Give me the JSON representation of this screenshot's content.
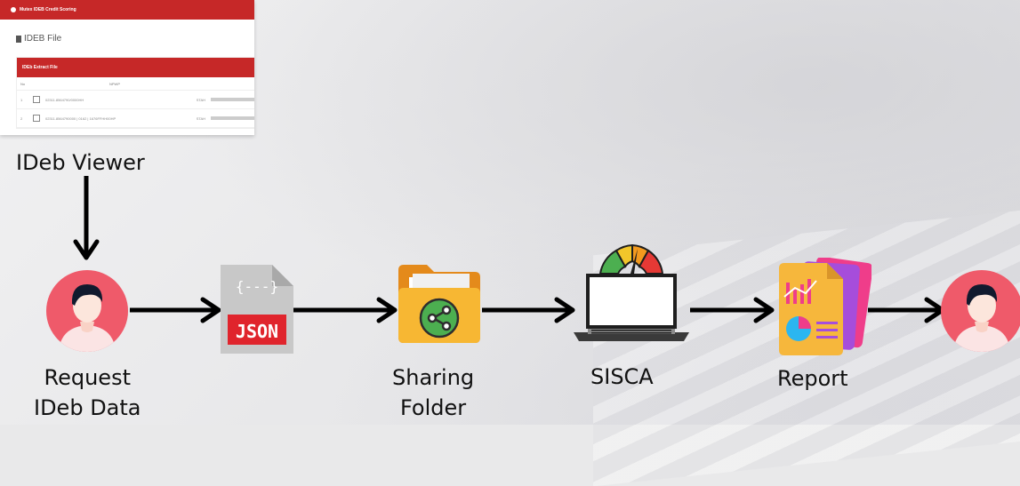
{
  "screenshot": {
    "app_title": "Mutex IDEB Credit Scoring",
    "page_title": "IDEB File",
    "panel_title": "IDEb Extract File",
    "columns": [
      "No",
      "NPWP"
    ],
    "rows": [
      {
        "no": "1",
        "npwp": "02311.8564790/0000HH",
        "value": "STAH"
      },
      {
        "no": "2",
        "npwp": "02311.8564790000 | 0162 | 1676FFHH00HP",
        "value": "STAH"
      }
    ]
  },
  "nodes": {
    "ideb_viewer": {
      "label": "IDeb Viewer"
    },
    "request": {
      "label_line1": "Request",
      "label_line2": "IDeb Data",
      "icon": "user-avatar-icon"
    },
    "json_file": {
      "badge": "JSON",
      "braces": "{---}",
      "icon": "json-file-icon"
    },
    "sharing_folder": {
      "label_line1": "Sharing",
      "label_line2": "Folder",
      "icon": "shared-folder-icon"
    },
    "sisca": {
      "label": "SISCA",
      "icon": "laptop-gauge-icon"
    },
    "report": {
      "label": "Report",
      "icon": "report-document-icon"
    },
    "end_user": {
      "icon": "user-avatar-icon"
    }
  },
  "colors": {
    "avatar_bg": "#ef5a6a",
    "red_header": "#c62828",
    "json_badge": "#e0242c",
    "folder": "#f7b733",
    "share_green": "#4caf50",
    "arrow": "#000000"
  }
}
